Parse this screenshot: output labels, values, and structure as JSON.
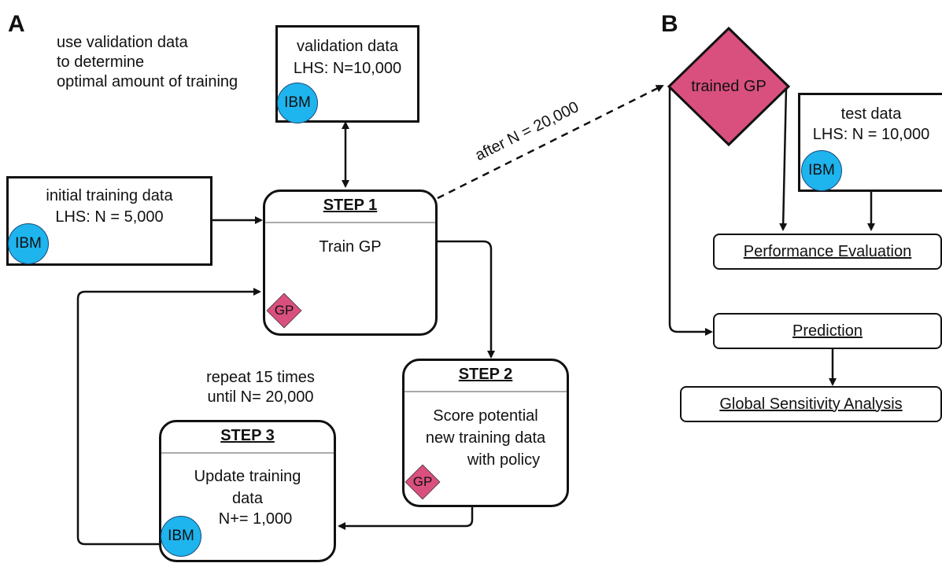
{
  "panels": {
    "a": "A",
    "b": "B"
  },
  "note_validation": [
    "use validation data",
    "to determine",
    "optimal amount of training"
  ],
  "validation_box": {
    "line1": "validation data",
    "line2": "LHS: N=10,000"
  },
  "initial_box": {
    "line1": "initial training data",
    "line2": "LHS: N = 5,000"
  },
  "step1": {
    "title": "STEP 1",
    "body": "Train GP"
  },
  "step2": {
    "title": "STEP 2",
    "body": [
      "Score potential",
      "new training data",
      "with policy"
    ]
  },
  "step3": {
    "title": "STEP 3",
    "body": [
      "Update training",
      "data",
      "N+= 1,000"
    ]
  },
  "repeat_note": [
    "repeat 15 times",
    "until N= 20,000"
  ],
  "after_label": "after N = 20,000",
  "trained_gp": "trained GP",
  "test_box": {
    "line1": "test data",
    "line2": "LHS: N = 10,000"
  },
  "performance": "Performance Evaluation",
  "prediction": "Prediction",
  "gsa": "Global Sensitivity Analysis",
  "badges": {
    "ibm": "IBM",
    "gp": "GP"
  },
  "colors": {
    "ibm_fill": "#1eb4ee",
    "gp_fill": "#d9507e",
    "line": "#111111"
  }
}
